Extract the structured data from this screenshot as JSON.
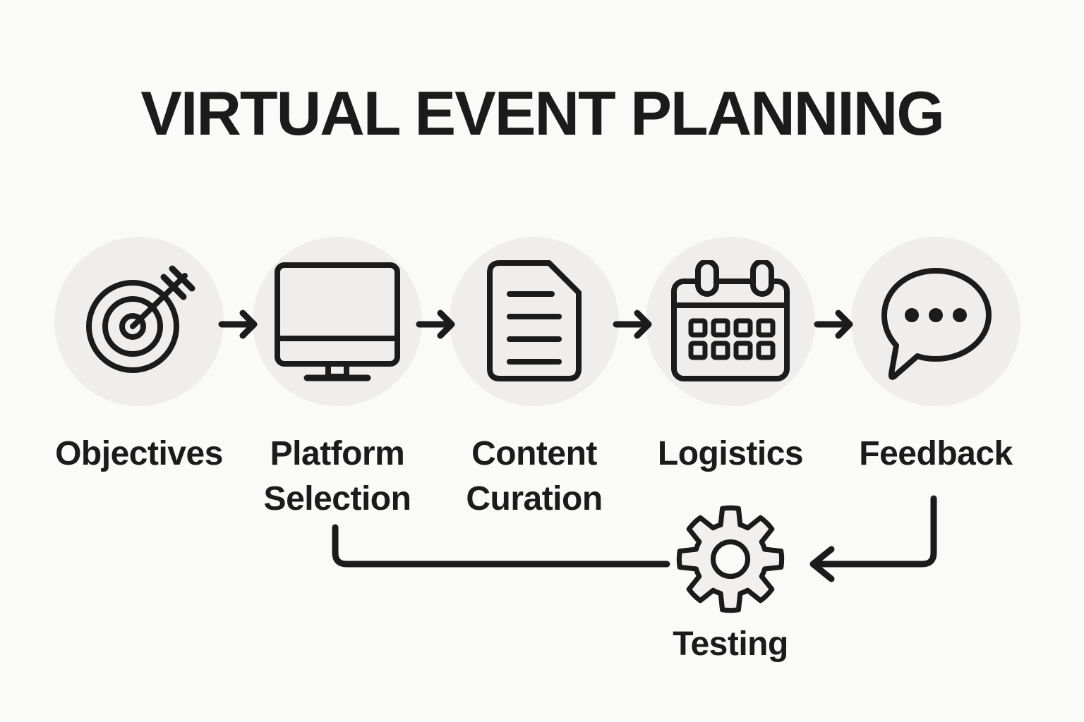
{
  "title": "VIRTUAL EVENT PLANNING",
  "colors": {
    "background": "#fafaf9",
    "circle_fill": "#efeeed",
    "ink": "#1b1b1b",
    "gear_fill": "#f1f0ee"
  },
  "steps": [
    {
      "label": "Objectives",
      "icon": "target-dart-icon"
    },
    {
      "label": "Platform Selection",
      "icon": "desktop-monitor-icon"
    },
    {
      "label": "Content Curation",
      "icon": "document-lines-icon"
    },
    {
      "label": "Logistics",
      "icon": "calendar-icon"
    },
    {
      "label": "Feedback",
      "icon": "chat-bubble-icon"
    }
  ],
  "loop_step": {
    "label": "Testing",
    "icon": "gear-icon"
  },
  "connections": [
    {
      "from": "Objectives",
      "to": "Platform Selection",
      "type": "arrow-right"
    },
    {
      "from": "Platform Selection",
      "to": "Content Curation",
      "type": "arrow-right"
    },
    {
      "from": "Content Curation",
      "to": "Logistics",
      "type": "arrow-right"
    },
    {
      "from": "Logistics",
      "to": "Feedback",
      "type": "arrow-right"
    },
    {
      "from": "Feedback",
      "to": "Testing",
      "type": "elbow-arrow-down-then-left"
    },
    {
      "from": "Testing",
      "to": "Platform Selection",
      "type": "elbow-line-left-then-up"
    }
  ]
}
